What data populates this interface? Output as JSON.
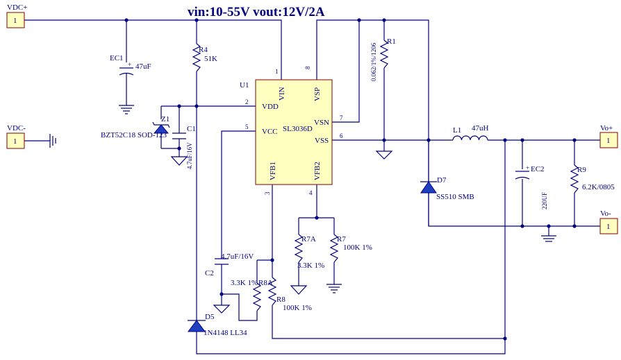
{
  "title": "vin:10-55V vout:12V/2A",
  "ports": {
    "vdc_plus": {
      "name": "VDC+",
      "pin": "1"
    },
    "vdc_minus": {
      "name": "VDC-",
      "pin": "1"
    },
    "vo_plus": {
      "name": "Vo+",
      "pin": "1"
    },
    "vo_minus": {
      "name": "Vo-",
      "pin": "1"
    }
  },
  "ic": {
    "designator": "U1",
    "part": "SL3036D",
    "pins": {
      "vin": "VIN",
      "vsp": "VSP",
      "vdd": "VDD",
      "vcc": "VCC",
      "vsn": "VSN",
      "vss": "VSS",
      "vfb1": "VFB1",
      "vfb2": "VFB2"
    },
    "pin_numbers": {
      "p1": "1",
      "p8": "8",
      "p2": "2",
      "p5": "5",
      "p7": "7",
      "p6": "6",
      "p3": "3",
      "p4": "4"
    }
  },
  "components": {
    "ec1": {
      "ref": "EC1",
      "value": "47uF"
    },
    "r4": {
      "ref": "R4",
      "value": "51K"
    },
    "z1": {
      "ref": "Z1",
      "value": "BZT52C18 SOD-123"
    },
    "c1": {
      "ref": "C1",
      "value": "4.7uF/16V"
    },
    "r1": {
      "ref": "R1",
      "value": "0.062/1%/1206"
    },
    "l1": {
      "ref": "L1",
      "value": "47uH"
    },
    "d7": {
      "ref": "D7",
      "value": "SS510 SMB"
    },
    "ec2": {
      "ref": "EC2",
      "value": "220UF"
    },
    "r9": {
      "ref": "R9",
      "value": "6.2K/0805"
    },
    "r7a": {
      "ref": "R7A",
      "value": "3.3K 1%"
    },
    "r7": {
      "ref": "R7",
      "value": "100K 1%"
    },
    "c2": {
      "ref": "C2",
      "value": "4.7uF/16V"
    },
    "r8a": {
      "ref": "R8A",
      "value": "3.3K 1%"
    },
    "r8": {
      "ref": "R8",
      "value": "100K 1%"
    },
    "d5": {
      "ref": "D5",
      "value": "1N4148 LL34"
    }
  },
  "colors": {
    "wire": "#000080",
    "port_fill": "#ffffc0",
    "ic_border": "#800000",
    "diode_fill": "#1f3fbf"
  }
}
